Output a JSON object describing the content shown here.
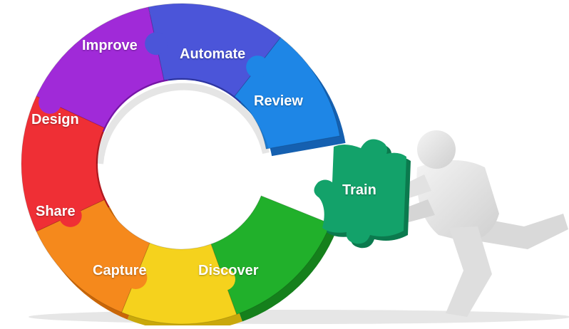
{
  "segments": [
    {
      "key": "improve",
      "label": "Improve",
      "color": "#a02ad8",
      "shade": "#7a15ae"
    },
    {
      "key": "automate",
      "label": "Automate",
      "color": "#4b55d9",
      "shade": "#2f37a8"
    },
    {
      "key": "review",
      "label": "Review",
      "color": "#1e86e6",
      "shade": "#1560b0"
    },
    {
      "key": "design",
      "label": "Design",
      "color": "#ef2f35",
      "shade": "#b51a20"
    },
    {
      "key": "share",
      "label": "Share",
      "color": "#f5891c",
      "shade": "#c96608"
    },
    {
      "key": "capture",
      "label": "Capture",
      "color": "#f5d21d",
      "shade": "#c9a80b"
    },
    {
      "key": "discover",
      "label": "Discover",
      "color": "#21b02b",
      "shade": "#15801c"
    },
    {
      "key": "train",
      "label": "Train",
      "color": "#13a26a",
      "shade": "#0b7a4e"
    }
  ]
}
